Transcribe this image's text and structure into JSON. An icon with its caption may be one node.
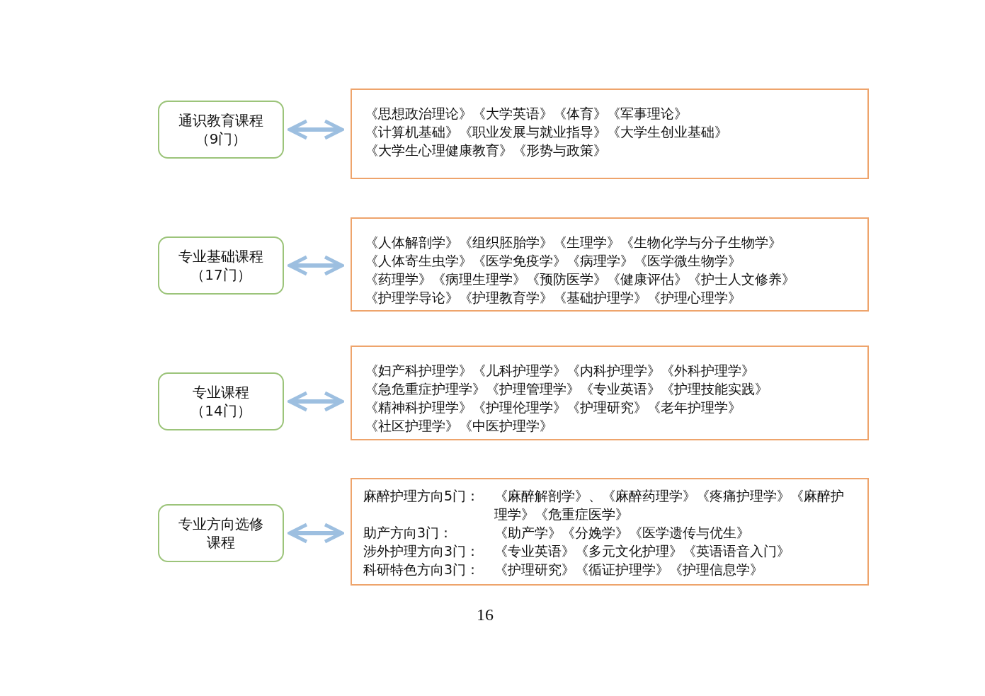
{
  "diagram": {
    "nodes": [
      {
        "text": [
          "通识教育课程",
          "（9门）"
        ]
      },
      {
        "text": [
          "《思想政治理论》《大学英语》《体育》《军事理论》",
          "《计算机基础》《职业发展与就业指导》《大学生创业基础》",
          "《大学生心理健康教育》《形势与政策》"
        ]
      },
      {
        "text": [
          "专业基础课程",
          "（17门）"
        ]
      },
      {
        "text": [
          "《人体解剖学》《组织胚胎学》《生理学》《生物化学与分子生物学》",
          "《人体寄生虫学》《医学免疫学》《病理学》《医学微生物学》",
          "《药理学》《病理生理学》《预防医学》《健康评估》《护士人文修养》",
          "《护理学导论》《护理教育学》《基础护理学》《护理心理学》"
        ]
      },
      {
        "text": [
          "专业课程",
          "（14门）"
        ]
      },
      {
        "text": [
          "《妇产科护理学》《儿科护理学》《内科护理学》《外科护理学》",
          "《急危重症护理学》《护理管理学》《专业英语》《护理技能实践》",
          "《精神科护理学》《护理伦理学》《护理研究》《老年护理学》",
          "《社区护理学》《中医护理学》"
        ]
      },
      {
        "text": [
          "专业方向选修课程"
        ]
      },
      {
        "text": [
          "麻醉护理方向5门：",
          "《麻醉解剖学》、《麻醉药理学》《疼痛护理学》《麻醉护理学》《危重症医学》",
          "助产方向3门：",
          "《助产学》《分娩学》《医学遗传与优生》",
          "涉外护理方向3门：",
          "《专业英语》《多元文化护理》《英语语音入门》",
          "科研特色方向3门：",
          "《护理研究》《循证护理学》《护理信息学》"
        ]
      }
    ],
    "edges": [
      {
        "from": 0,
        "to": 1,
        "arrow": "both"
      },
      {
        "from": 2,
        "to": 3,
        "arrow": "both"
      },
      {
        "from": 4,
        "to": 5,
        "arrow": "both"
      },
      {
        "from": 6,
        "to": 7,
        "arrow": "both"
      }
    ],
    "labels": [
      "16"
    ]
  }
}
